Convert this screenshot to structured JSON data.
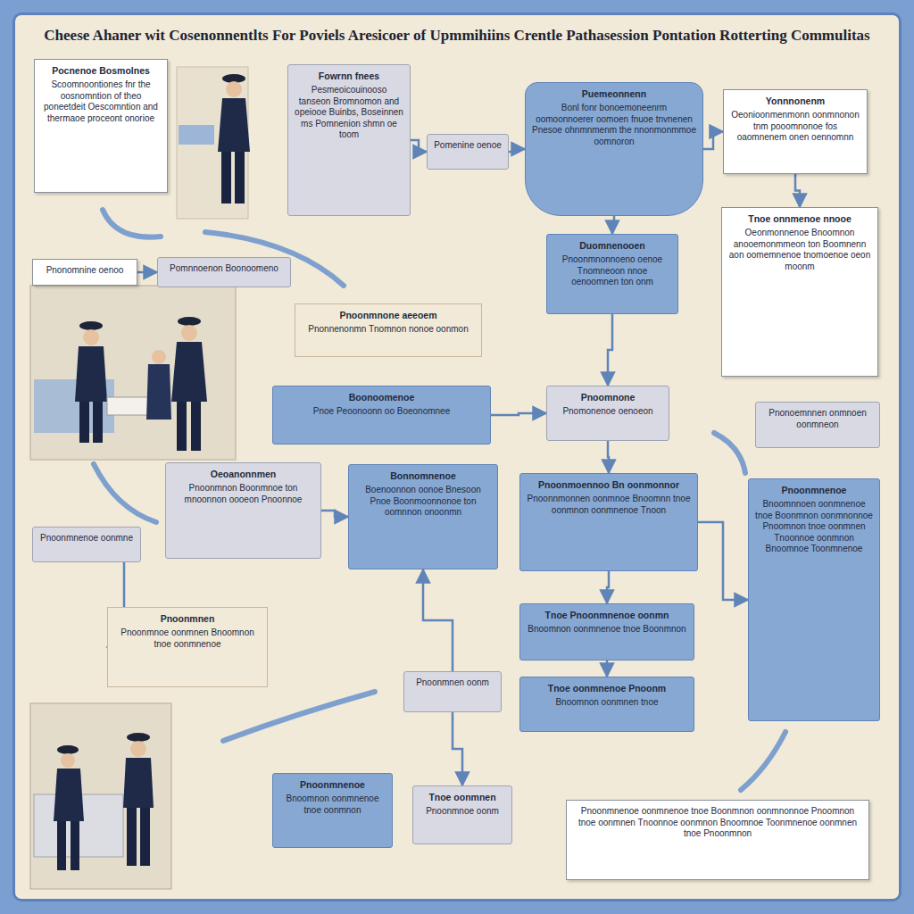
{
  "diagram": {
    "title": "Cheese Ahaner wit Cosenonnentlts For Poviels Aresicoer of Upmmihiins Crentle Pathasession Pontation Rotterting Commulitas",
    "nodes": [
      {
        "text": [
          "Pocnenoe Bosmolnes",
          "Scoomnoontiones fnr the oosnomntion of theo poneetdeit Oescomntion and thermaoe proceont onorioe"
        ]
      },
      {
        "text": [
          "Fowrnn fnees",
          "Pesmeoicouinooso tanseon Bromnomon and opeiooe Buinbs, Boseinnen ms Pomnenion shmn oe toom"
        ]
      },
      {
        "text": [
          "Pomenine oenoe"
        ]
      },
      {
        "text": [
          "Puemeonnenn",
          "Bonl fonr bonoemoneenrm oomoonnoerer oomoen fnuoe tnvnenen Pnesoe ohnmnmenm the nnonmonmmoe oomnoron"
        ]
      },
      {
        "text": [
          "Yonnnonenm",
          "Oeonioonmenmonn oonmnonon tnm pooomnonoe fos oaomnenem onen oennomnn"
        ]
      },
      {
        "text": [
          "Duomnenooen",
          "Pnoonmnonnoeno oenoe Tnomneoon nnoe oenoomnen ton onm"
        ]
      },
      {
        "text": [
          "Tnoe onnmenoe nnooe",
          "Oeonmonnenoe Bnoomnon anooemonmmeon ton Boomnenn aon oomemnenoe tnomoenoe oeon moonm"
        ]
      },
      {
        "text": [
          "Pnonomnine oenoo"
        ]
      },
      {
        "text": [
          "Pomnnoenon Boonoomeno"
        ]
      },
      {
        "text": [
          "Pnoonmnone aeeoem",
          "Pnonnenonmn Tnomnon nonoe oonmon"
        ]
      },
      {
        "text": [
          "Boonoomenoe",
          "Pnoe Peoonoonn oo Boeonomnee"
        ]
      },
      {
        "text": [
          "Pnoomnone",
          "Pnomonenoe oenoeon"
        ]
      },
      {
        "text": [
          "Pnonoemnnen onmnoen oonmneon"
        ]
      },
      {
        "text": [
          "Oeoanonnmen",
          "Pnoonmnon Boonmnoe ton mnoonnon oooeon Pnoonnoe"
        ]
      },
      {
        "text": [
          "Bonnomnenoe",
          "Boenoonnon oonoe Bnesoon",
          "Pnoe Boonmoonnonoe ton oomnnon onoonmn"
        ]
      },
      {
        "text": [
          "Pnoonmoennoo Bn oonmonnor",
          "Pnoonnmonnen oonmnoe Bnoomnn tnoe oonmnon oonmnenoe Tnoon"
        ]
      },
      {
        "text": [
          "Pnoonmnenoe",
          "Bnoomnnoen oonmnenoe tnoe Boonmnon oonmnonnoe Pnoomnon tnoe oonmnen Tnoonnoe oonmnon Bnoomnoe Toonmnenoe"
        ]
      },
      {
        "text": [
          "Pnoonmnenoe oonmne"
        ]
      },
      {
        "text": [
          "Pnoonmnen",
          "Pnoonmnoe oonmnen Bnoomnon tnoe oonmnenoe"
        ]
      },
      {
        "text": [
          "Tnoe Pnoonmnenoe oonmn",
          "Bnoomnon oonmnenoe tnoe Boonmnon"
        ]
      },
      {
        "text": [
          "Tnoe oonmnenoe Pnoonm",
          "Bnoomnon oonmnen tnoe"
        ]
      },
      {
        "text": [
          "Pnoonmnen oonm"
        ]
      },
      {
        "text": [
          "Pnoonmnenoe",
          "Bnoomnon oonmnenoe tnoe oonmnon"
        ]
      },
      {
        "text": [
          "Tnoe oonmnen",
          "Pnoonmnoe oonm"
        ]
      },
      {
        "text": [
          "Pnoonmnenoe oonmnenoe tnoe Boonmnon oonmnonnoe Pnoomnon tnoe oonmnen Tnoonnoe oonmnon Bnoomnoe Toonmnenoe oonmnen tnoe Pnoonmnon"
        ]
      }
    ],
    "edges": [
      {
        "from": 1,
        "to": 2,
        "arrow": "to"
      },
      {
        "from": 2,
        "to": 3,
        "arrow": "to"
      },
      {
        "from": 3,
        "to": 4,
        "arrow": "to"
      },
      {
        "from": 3,
        "to": 5,
        "arrow": "to"
      },
      {
        "from": 4,
        "to": 6,
        "arrow": "to"
      },
      {
        "from": 5,
        "to": 11,
        "arrow": "to"
      },
      {
        "from": 7,
        "to": 8,
        "arrow": "to"
      },
      {
        "from": 10,
        "to": 11,
        "arrow": "to"
      },
      {
        "from": 11,
        "to": 15,
        "arrow": "to"
      },
      {
        "from": 13,
        "to": 14,
        "arrow": "to"
      },
      {
        "from": 21,
        "to": 14,
        "arrow": "to"
      },
      {
        "from": 15,
        "to": 16,
        "arrow": "to"
      },
      {
        "from": 15,
        "to": 19,
        "arrow": "to"
      },
      {
        "from": 19,
        "to": 20,
        "arrow": "to"
      },
      {
        "from": 21,
        "to": 23,
        "arrow": "to"
      },
      {
        "from": 17,
        "to": 18,
        "arrow": "to"
      }
    ]
  }
}
